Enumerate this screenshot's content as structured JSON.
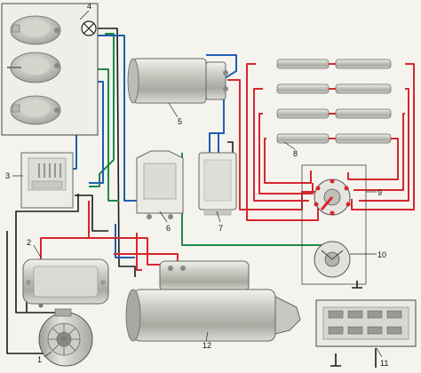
{
  "colors": {
    "red": "#d8262e",
    "blue": "#1d5fb0",
    "green": "#1f8a45",
    "black": "#1a1a1a",
    "metal_light": "#e8e8e2",
    "metal_mid": "#bdbdb5",
    "metal_dark": "#8b8b84",
    "box_fill": "#eeeeea"
  },
  "labels": {
    "n1": "1",
    "n2": "2",
    "n3": "3",
    "n4": "4",
    "n5": "5",
    "n6": "6",
    "n7": "7",
    "n8": "8",
    "n9": "9",
    "n10": "10",
    "n11": "11",
    "n12": "12"
  }
}
